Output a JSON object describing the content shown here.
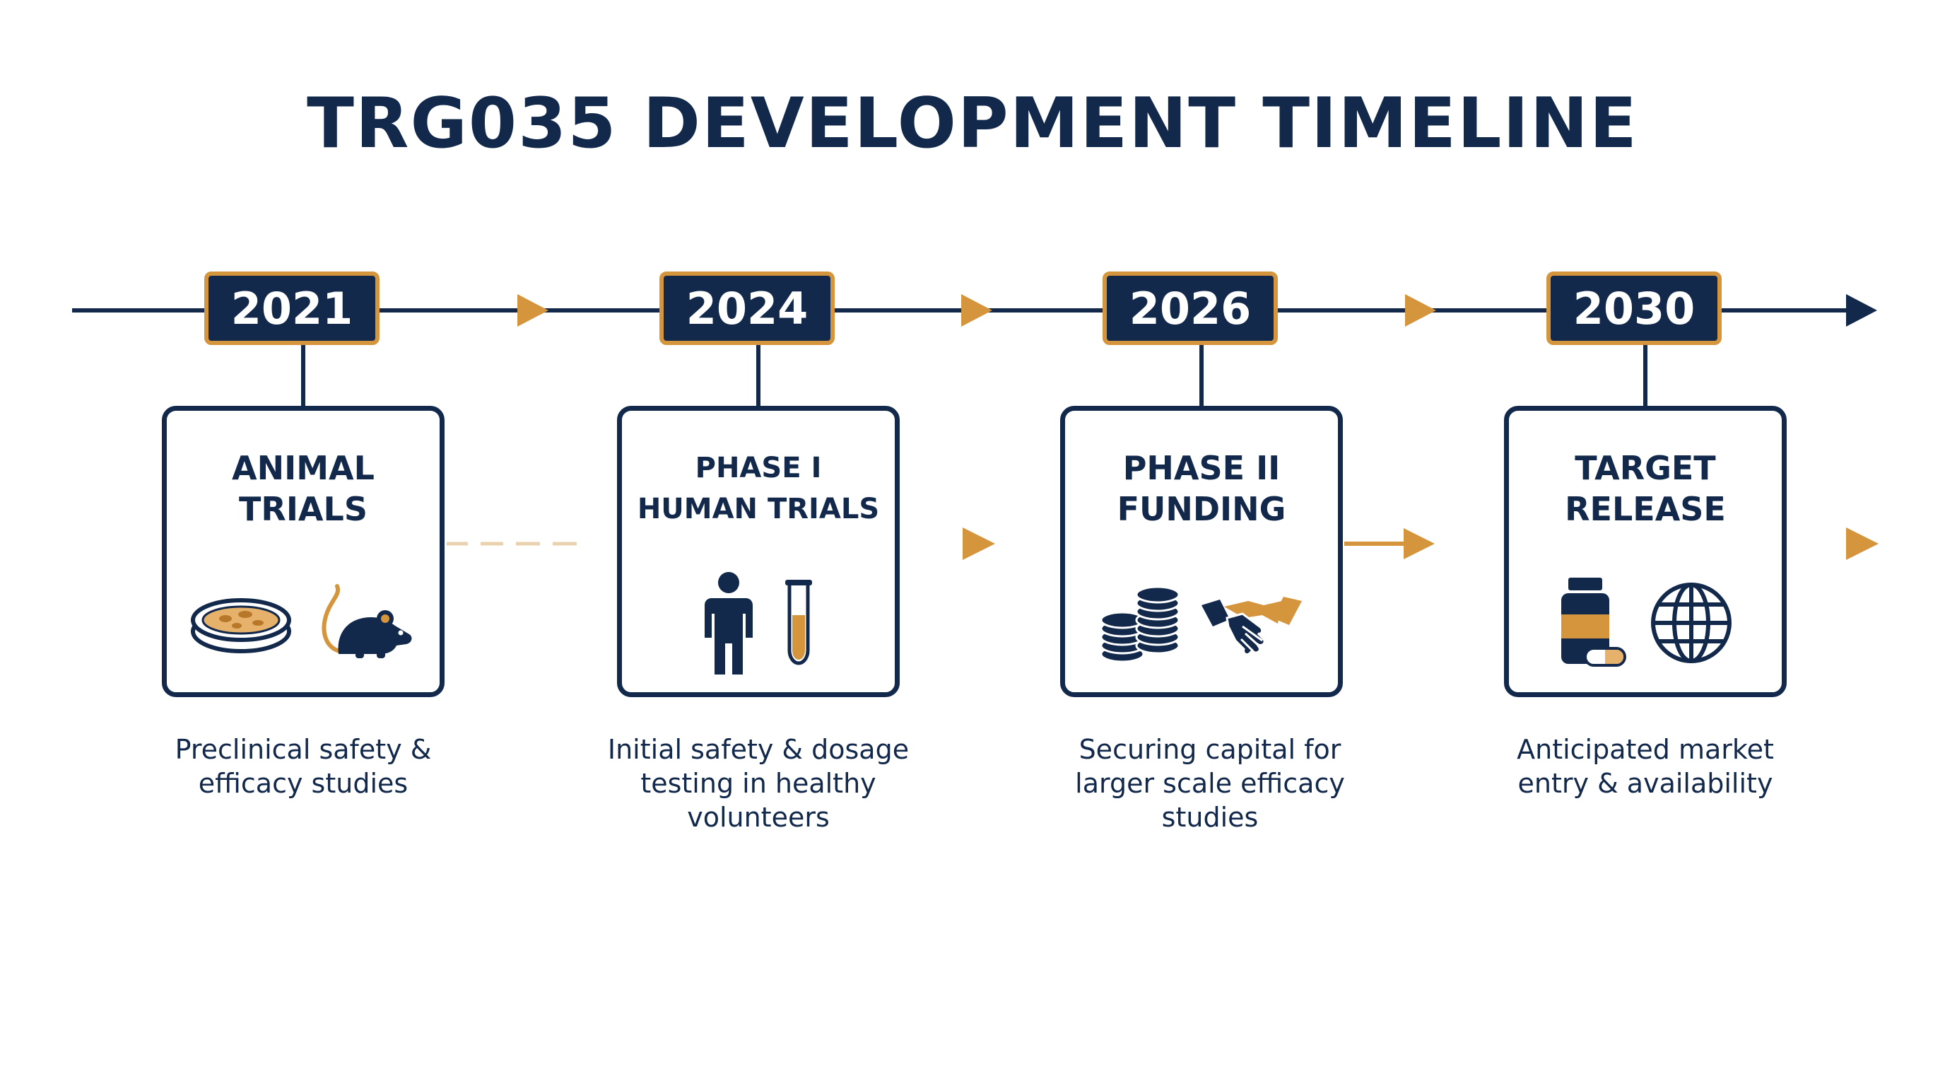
{
  "title": "TRG035 DEVELOPMENT TIMELINE",
  "colors": {
    "navy": "#13294b",
    "gold": "#d4953c",
    "background": "#ffffff"
  },
  "milestones": [
    {
      "year": "2021",
      "title_lines": [
        "ANIMAL",
        "TRIALS"
      ],
      "icons": [
        "petri-dish-icon",
        "mouse-icon"
      ],
      "desc_lines": [
        "Preclinical safety &",
        "efficacy studies"
      ]
    },
    {
      "year": "2024",
      "title_lines": [
        "PHASE I",
        "HUMAN TRIALS"
      ],
      "icons": [
        "person-icon",
        "test-tube-icon"
      ],
      "desc_lines": [
        "Initial safety & dosage",
        "testing in healthy",
        "volunteers"
      ]
    },
    {
      "year": "2026",
      "title_lines": [
        "PHASE II",
        "FUNDING"
      ],
      "icons": [
        "coin-stacks-icon",
        "handshake-icon"
      ],
      "desc_lines": [
        "Securing capital for",
        "larger scale efficacy",
        "studies"
      ]
    },
    {
      "year": "2030",
      "title_lines": [
        "TARGET",
        "RELEASE"
      ],
      "icons": [
        "medicine-bottle-icon",
        "globe-icon"
      ],
      "desc_lines": [
        "Anticipated market",
        "entry & availability"
      ]
    }
  ]
}
